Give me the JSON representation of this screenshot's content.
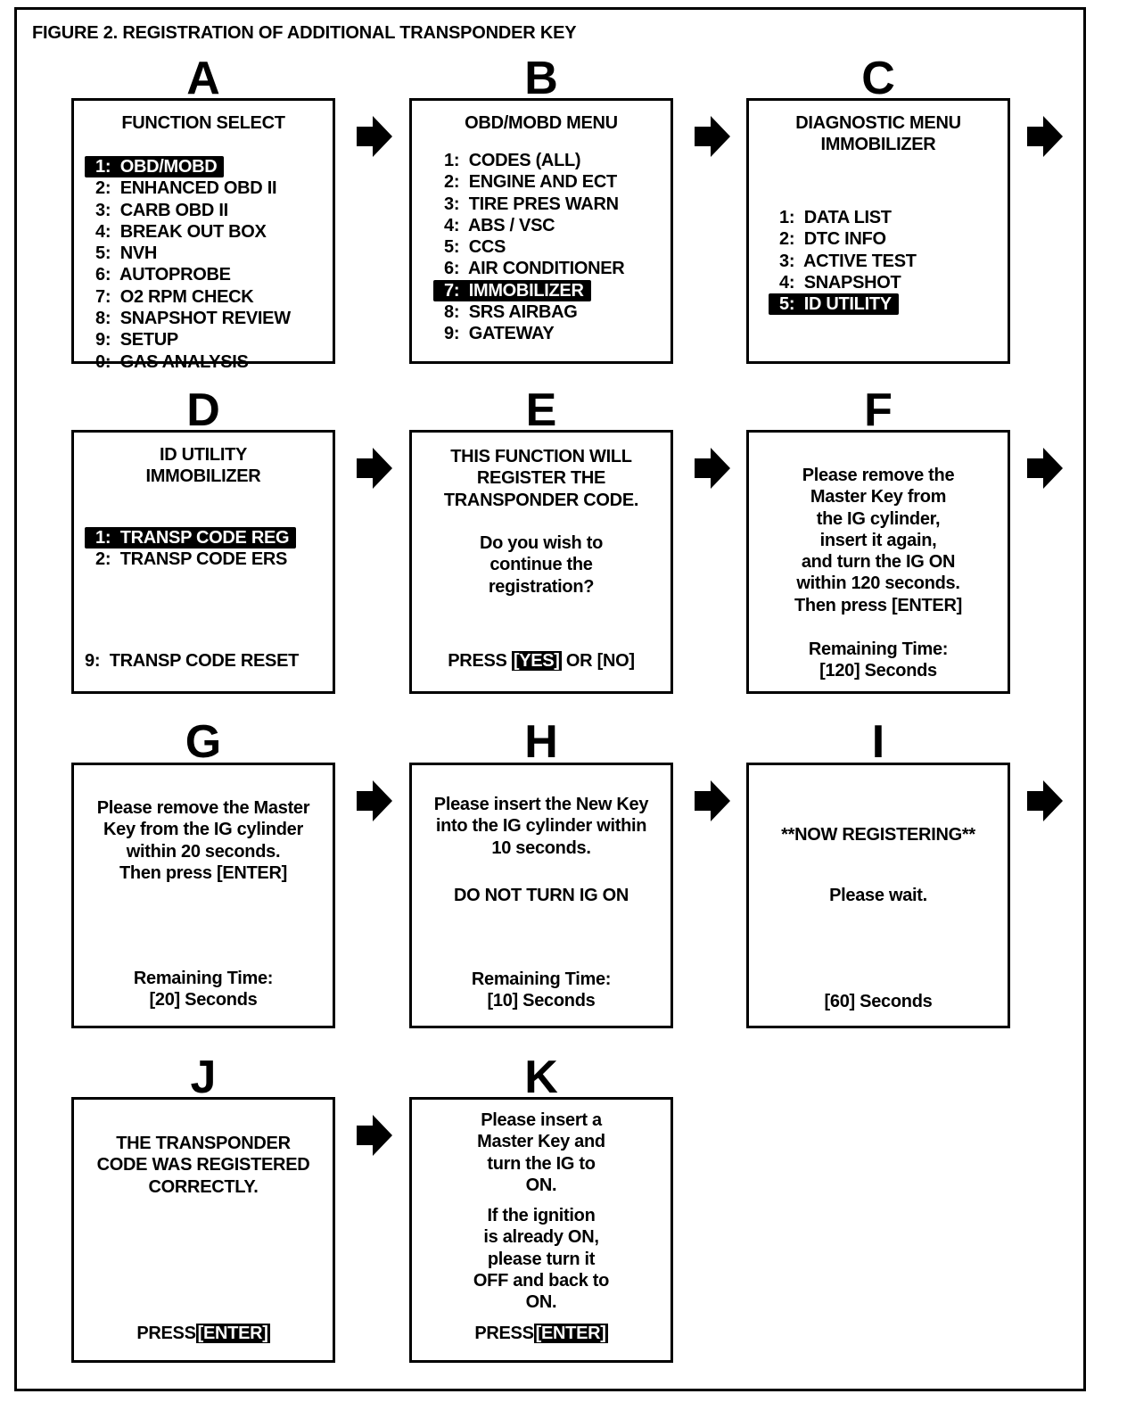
{
  "figure_title": "FIGURE 2.  REGISTRATION OF ADDITIONAL TRANSPONDER KEY",
  "colors": {
    "ink": "#000000",
    "background": "#ffffff"
  },
  "flow_icon": "right-arrow-icon",
  "panels": [
    {
      "letter": "A",
      "blocks": [
        {
          "lines": [
            "FUNCTION SELECT"
          ]
        },
        {
          "lines": [
            "1:  OBD/MOBD",
            "2:  ENHANCED OBD II",
            "3:  CARB OBD II",
            "4:  BREAK OUT BOX",
            "5:  NVH",
            "6:  AUTOPROBE",
            "7:  O2 RPM CHECK",
            "8:  SNAPSHOT REVIEW",
            "9:  SETUP",
            "0:  GAS ANALYSIS"
          ],
          "selected": 0
        }
      ]
    },
    {
      "letter": "B",
      "blocks": [
        {
          "lines": [
            "OBD/MOBD MENU"
          ]
        },
        {
          "lines": [
            "1:  CODES (ALL)",
            "2:  ENGINE AND ECT",
            "3:  TIRE PRES WARN",
            "4:  ABS / VSC",
            "5:  CCS",
            "6:  AIR CONDITIONER",
            "7:  IMMOBILIZER",
            "8:  SRS AIRBAG",
            "9:  GATEWAY"
          ],
          "selected": 6
        }
      ]
    },
    {
      "letter": "C",
      "blocks": [
        {
          "lines": [
            "DIAGNOSTIC MENU",
            "IMMOBILIZER"
          ]
        },
        {
          "lines": [
            "1:  DATA LIST",
            "2:  DTC INFO",
            "3:  ACTIVE TEST",
            "4:  SNAPSHOT",
            "5:  ID UTILITY"
          ],
          "selected": 4
        }
      ]
    },
    {
      "letter": "D",
      "blocks": [
        {
          "lines": [
            "ID UTILITY",
            "IMMOBILIZER"
          ]
        },
        {
          "lines": [
            "1:  TRANSP CODE REG",
            "2:  TRANSP CODE ERS"
          ],
          "selected": 0
        },
        {
          "lines": [
            "9:  TRANSP CODE RESET"
          ]
        }
      ]
    },
    {
      "letter": "E",
      "blocks": [
        {
          "lines": [
            "THIS FUNCTION WILL",
            "REGISTER THE",
            "TRANSPONDER CODE."
          ]
        },
        {
          "lines": [
            "Do you wish to",
            "continue the",
            "registration?"
          ]
        },
        {
          "prompt": {
            "before": "PRESS ",
            "key": "[YES]",
            "after": " OR [NO]"
          }
        }
      ]
    },
    {
      "letter": "F",
      "blocks": [
        {
          "lines": [
            "Please remove the",
            "Master Key from",
            "the IG cylinder,",
            "insert it again,",
            "and turn the IG ON",
            "within 120 seconds.",
            "Then press [ENTER]"
          ]
        },
        {
          "lines": [
            "Remaining Time:",
            "[120] Seconds"
          ]
        }
      ]
    },
    {
      "letter": "G",
      "blocks": [
        {
          "lines": [
            "Please remove the Master",
            "Key from the IG cylinder",
            "within 20 seconds.",
            "Then press [ENTER]"
          ]
        },
        {
          "lines": [
            "Remaining Time:",
            "[20] Seconds"
          ]
        }
      ]
    },
    {
      "letter": "H",
      "blocks": [
        {
          "lines": [
            "Please insert the New Key",
            "into the IG cylinder within",
            "10 seconds."
          ]
        },
        {
          "lines": [
            "DO NOT TURN IG ON"
          ]
        },
        {
          "lines": [
            "Remaining Time:",
            "[10] Seconds"
          ]
        }
      ]
    },
    {
      "letter": "I",
      "blocks": [
        {
          "lines": [
            "**NOW REGISTERING**"
          ]
        },
        {
          "lines": [
            "Please wait."
          ]
        },
        {
          "lines": [
            "[60] Seconds"
          ]
        }
      ]
    },
    {
      "letter": "J",
      "blocks": [
        {
          "lines": [
            "THE TRANSPONDER",
            "CODE WAS REGISTERED",
            "CORRECTLY."
          ]
        },
        {
          "prompt": {
            "before": "PRESS",
            "key": "[ENTER]",
            "after": ""
          }
        }
      ]
    },
    {
      "letter": "K",
      "blocks": [
        {
          "lines": [
            "Please insert a",
            "Master Key and",
            "turn the IG to",
            "ON."
          ]
        },
        {
          "lines": [
            "If the ignition",
            "is already ON,",
            "please turn it",
            "OFF and back to",
            "ON."
          ]
        },
        {
          "prompt": {
            "before": "PRESS",
            "key": "[ENTER]",
            "after": ""
          }
        }
      ]
    }
  ]
}
